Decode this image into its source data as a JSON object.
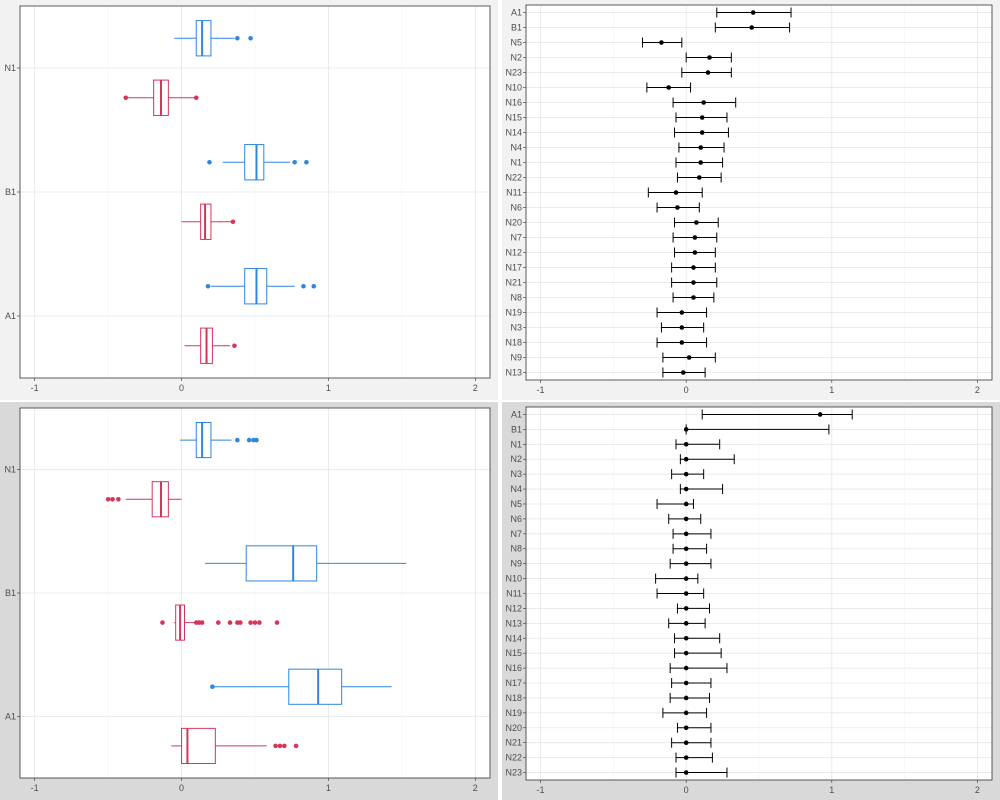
{
  "colors": {
    "blue": "#2E86DE",
    "red": "#D6355A",
    "point": "#000000",
    "grid_major": "#e6e6e6",
    "grid_minor": "#f2f2f2",
    "panel_bg": "#ffffff",
    "border": "#333333"
  },
  "chart_data": [
    {
      "id": "top-left",
      "type": "boxplot",
      "orientation": "horizontal",
      "categories": [
        "N1",
        "B1",
        "A1"
      ],
      "series_order": [
        "blue",
        "red"
      ],
      "xlim": [
        -1.1,
        2.1
      ],
      "xticks": [
        -1,
        0,
        1,
        2
      ],
      "xtick_labels": [
        "-1",
        "0",
        "1",
        "2"
      ],
      "grid": true,
      "boxes": [
        {
          "cat": "N1",
          "series": "blue",
          "wmin": -0.05,
          "q1": 0.1,
          "median": 0.14,
          "q3": 0.2,
          "wmax": 0.36,
          "outliers": [
            0.38,
            0.47
          ]
        },
        {
          "cat": "N1",
          "series": "red",
          "wmin": -0.37,
          "q1": -0.19,
          "median": -0.14,
          "q3": -0.09,
          "wmax": 0.1,
          "outliers": [
            -0.38,
            0.1
          ]
        },
        {
          "cat": "B1",
          "series": "blue",
          "wmin": 0.28,
          "q1": 0.43,
          "median": 0.51,
          "q3": 0.56,
          "wmax": 0.74,
          "outliers": [
            0.19,
            0.77,
            0.85
          ]
        },
        {
          "cat": "B1",
          "series": "red",
          "wmin": 0.0,
          "q1": 0.13,
          "median": 0.16,
          "q3": 0.2,
          "wmax": 0.34,
          "outliers": [
            0.35
          ]
        },
        {
          "cat": "A1",
          "series": "blue",
          "wmin": 0.2,
          "q1": 0.43,
          "median": 0.51,
          "q3": 0.58,
          "wmax": 0.77,
          "outliers": [
            0.18,
            0.83,
            0.9
          ]
        },
        {
          "cat": "A1",
          "series": "red",
          "wmin": 0.02,
          "q1": 0.13,
          "median": 0.17,
          "q3": 0.21,
          "wmax": 0.33,
          "outliers": [
            0.36
          ]
        }
      ]
    },
    {
      "id": "top-right",
      "type": "forest",
      "categories": [
        "A1",
        "B1",
        "N5",
        "N2",
        "N23",
        "N10",
        "N16",
        "N15",
        "N14",
        "N4",
        "N1",
        "N22",
        "N11",
        "N6",
        "N20",
        "N7",
        "N12",
        "N17",
        "N21",
        "N8",
        "N19",
        "N3",
        "N18",
        "N9",
        "N13"
      ],
      "estimates": [
        0.46,
        0.45,
        -0.17,
        0.16,
        0.15,
        -0.12,
        0.12,
        0.11,
        0.11,
        0.1,
        0.1,
        0.09,
        -0.07,
        -0.06,
        0.07,
        0.06,
        0.06,
        0.05,
        0.05,
        0.05,
        -0.03,
        -0.03,
        -0.03,
        0.02,
        -0.02
      ],
      "lower": [
        0.21,
        0.2,
        -0.3,
        0.0,
        -0.03,
        -0.27,
        -0.09,
        -0.07,
        -0.08,
        -0.05,
        -0.07,
        -0.06,
        -0.26,
        -0.2,
        -0.08,
        -0.09,
        -0.08,
        -0.1,
        -0.1,
        -0.09,
        -0.2,
        -0.17,
        -0.2,
        -0.16,
        -0.16
      ],
      "upper": [
        0.72,
        0.71,
        -0.03,
        0.31,
        0.31,
        0.03,
        0.34,
        0.28,
        0.29,
        0.26,
        0.25,
        0.24,
        0.11,
        0.09,
        0.22,
        0.21,
        0.2,
        0.2,
        0.21,
        0.19,
        0.14,
        0.12,
        0.14,
        0.2,
        0.13
      ],
      "xlim": [
        -1.1,
        2.1
      ],
      "xticks": [
        -1,
        0,
        1,
        2
      ],
      "xtick_labels": [
        "-1",
        "0",
        "1",
        "2"
      ],
      "grid": true
    },
    {
      "id": "bottom-left",
      "type": "boxplot",
      "orientation": "horizontal",
      "categories": [
        "N1",
        "B1",
        "A1"
      ],
      "series_order": [
        "blue",
        "red"
      ],
      "xlim": [
        -1.1,
        2.1
      ],
      "xticks": [
        -1,
        0,
        1,
        2
      ],
      "xtick_labels": [
        "-1",
        "0",
        "1",
        "2"
      ],
      "grid": true,
      "boxes": [
        {
          "cat": "N1",
          "series": "blue",
          "wmin": -0.01,
          "q1": 0.1,
          "median": 0.14,
          "q3": 0.2,
          "wmax": 0.34,
          "outliers": [
            0.38,
            0.46,
            0.49,
            0.51
          ]
        },
        {
          "cat": "N1",
          "series": "red",
          "wmin": -0.38,
          "q1": -0.2,
          "median": -0.14,
          "q3": -0.09,
          "wmax": 0.0,
          "outliers": [
            -0.5,
            -0.47,
            -0.43
          ]
        },
        {
          "cat": "B1",
          "series": "blue",
          "wmin": 0.16,
          "q1": 0.44,
          "median": 0.76,
          "q3": 0.92,
          "wmax": 1.53,
          "outliers": []
        },
        {
          "cat": "B1",
          "series": "red",
          "wmin": -0.05,
          "q1": -0.04,
          "median": -0.01,
          "q3": 0.02,
          "wmax": 0.09,
          "outliers": [
            -0.13,
            0.1,
            0.12,
            0.14,
            0.25,
            0.33,
            0.38,
            0.4,
            0.47,
            0.5,
            0.53,
            0.65
          ]
        },
        {
          "cat": "A1",
          "series": "blue",
          "wmin": 0.21,
          "q1": 0.73,
          "median": 0.93,
          "q3": 1.09,
          "wmax": 1.43,
          "outliers": [
            0.21
          ]
        },
        {
          "cat": "A1",
          "series": "red",
          "wmin": -0.07,
          "q1": 0.0,
          "median": 0.04,
          "q3": 0.23,
          "wmax": 0.58,
          "outliers": [
            0.64,
            0.67,
            0.7,
            0.78
          ]
        }
      ]
    },
    {
      "id": "bottom-right",
      "type": "forest",
      "categories": [
        "A1",
        "B1",
        "N1",
        "N2",
        "N3",
        "N4",
        "N5",
        "N6",
        "N7",
        "N8",
        "N9",
        "N10",
        "N11",
        "N12",
        "N13",
        "N14",
        "N15",
        "N16",
        "N17",
        "N18",
        "N19",
        "N20",
        "N21",
        "N22",
        "N23"
      ],
      "estimates": [
        0.92,
        0.0,
        0.0,
        0.0,
        0.0,
        0.0,
        0.0,
        0.0,
        0.0,
        0.0,
        0.0,
        0.0,
        0.0,
        0.0,
        0.0,
        0.0,
        0.0,
        0.0,
        0.0,
        0.0,
        0.0,
        0.0,
        0.0,
        0.0,
        0.0
      ],
      "lower": [
        0.11,
        0.0,
        -0.07,
        -0.04,
        -0.1,
        -0.04,
        -0.2,
        -0.12,
        -0.09,
        -0.09,
        -0.11,
        -0.21,
        -0.2,
        -0.06,
        -0.12,
        -0.08,
        -0.08,
        -0.11,
        -0.1,
        -0.11,
        -0.16,
        -0.06,
        -0.1,
        -0.07,
        -0.07
      ],
      "upper": [
        1.14,
        0.98,
        0.23,
        0.33,
        0.12,
        0.25,
        0.05,
        0.1,
        0.17,
        0.14,
        0.17,
        0.08,
        0.12,
        0.16,
        0.13,
        0.23,
        0.24,
        0.28,
        0.17,
        0.16,
        0.14,
        0.17,
        0.17,
        0.18,
        0.28
      ],
      "xlim": [
        -1.1,
        2.1
      ],
      "xticks": [
        -1,
        0,
        1,
        2
      ],
      "xtick_labels": [
        "-1",
        "0",
        "1",
        "2"
      ],
      "grid": true
    }
  ]
}
